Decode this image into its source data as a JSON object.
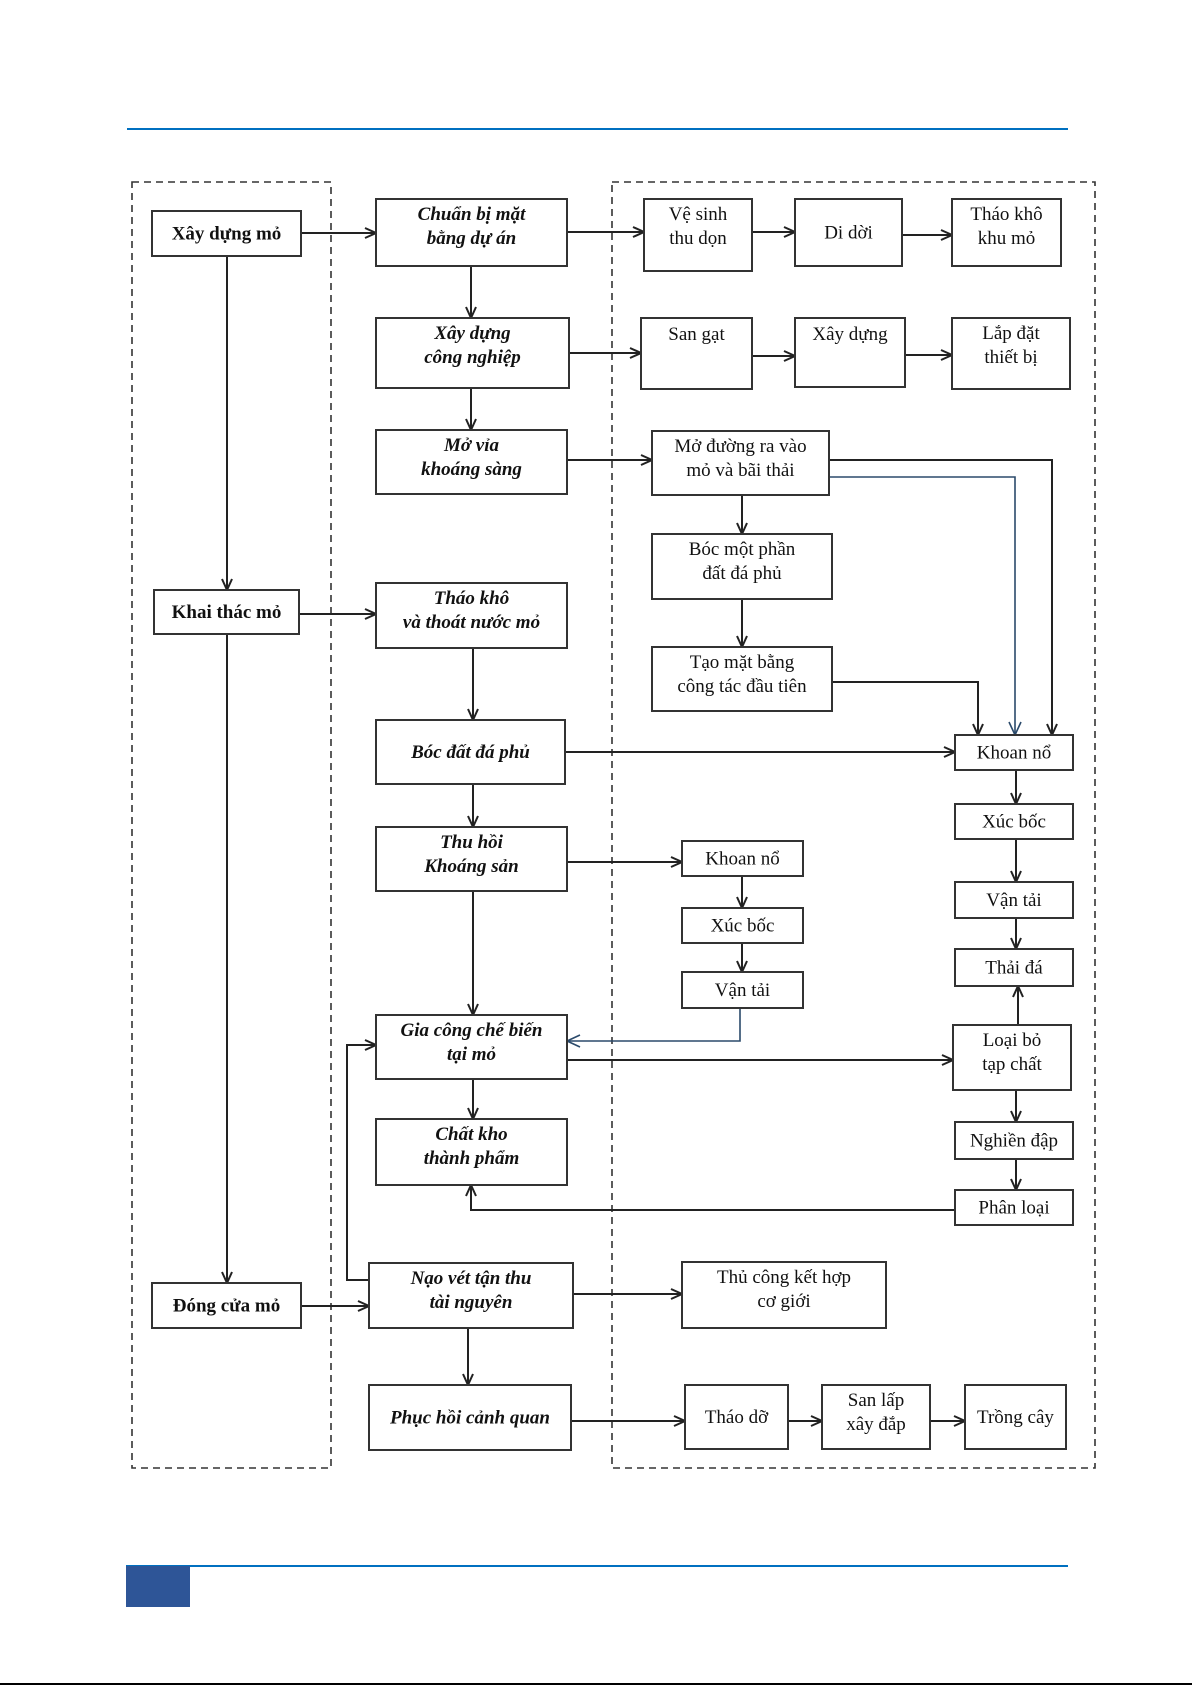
{
  "colors": {
    "accent_rule": "#0070c0",
    "page_block": "#2e5597",
    "box_stroke": "#333333",
    "arrow": "#222222",
    "arrow_blue": "#2b4a6b"
  },
  "diagram": {
    "stages": [
      {
        "id": "xay-dung-mo",
        "lines": [
          "Xây dựng mỏ"
        ]
      },
      {
        "id": "khai-thac-mo",
        "lines": [
          "Khai thác mỏ"
        ]
      },
      {
        "id": "dong-cua-mo",
        "lines": [
          "Đóng cửa mỏ"
        ]
      }
    ],
    "steps": [
      {
        "id": "chuan-bi-mat-bang",
        "lines": [
          "Chuẩn bị mặt",
          "bằng dự  án"
        ]
      },
      {
        "id": "xay-dung-cong-nghiep",
        "lines": [
          "Xây dựng",
          "công nghiệp"
        ]
      },
      {
        "id": "mo-via",
        "lines": [
          "Mở vỉa",
          "khoáng sàng"
        ]
      },
      {
        "id": "thao-kho-thoat-nuoc",
        "lines": [
          "Tháo khô",
          "và thoát nước mỏ"
        ]
      },
      {
        "id": "boc-dat-da-phu",
        "lines": [
          "Bóc đất đá phủ"
        ]
      },
      {
        "id": "thu-hoi-khoang-san",
        "lines": [
          "Thu hồi",
          "Khoáng sản"
        ]
      },
      {
        "id": "gia-cong-che-bien",
        "lines": [
          "Gia công chế biến",
          "tại mỏ"
        ]
      },
      {
        "id": "chat-kho-thanh-pham",
        "lines": [
          "Chất kho",
          "thành phẩm"
        ]
      },
      {
        "id": "nao-vet-tan-thu",
        "lines": [
          "Nạo vét tận thu",
          "tài nguyên"
        ]
      },
      {
        "id": "phuc-hoi-canh-quan",
        "lines": [
          "Phục hồi cảnh quan"
        ]
      }
    ],
    "activities": [
      {
        "id": "ve-sinh-thu-don",
        "lines": [
          "Vệ sinh",
          "thu dọn"
        ]
      },
      {
        "id": "di-doi",
        "lines": [
          "Di dời"
        ]
      },
      {
        "id": "thao-kho-khu-mo",
        "lines": [
          "Tháo khô",
          "khu mỏ"
        ]
      },
      {
        "id": "san-gat",
        "lines": [
          "San gạt"
        ]
      },
      {
        "id": "xay-dung",
        "lines": [
          "Xây dựng"
        ]
      },
      {
        "id": "lap-dat-thiet-bi",
        "lines": [
          "Lắp đặt",
          "thiết bị"
        ]
      },
      {
        "id": "mo-duong-ra-vao",
        "lines": [
          "Mở đường ra  vào",
          "mỏ và bãi thải"
        ]
      },
      {
        "id": "boc-mot-phan",
        "lines": [
          "Bóc một phần",
          "đất đá phủ"
        ]
      },
      {
        "id": "tao-mat-bang",
        "lines": [
          "Tạo mặt bằng",
          "công tác đầu tiên"
        ]
      },
      {
        "id": "khoan-no-r",
        "lines": [
          "Khoan nổ"
        ]
      },
      {
        "id": "xuc-boc-r",
        "lines": [
          "Xúc bốc"
        ]
      },
      {
        "id": "van-tai-r",
        "lines": [
          "Vận tải"
        ]
      },
      {
        "id": "thai-da",
        "lines": [
          "Thải đá"
        ]
      },
      {
        "id": "loai-bo-tap-chat",
        "lines": [
          "Loại bỏ",
          "tạp chất"
        ]
      },
      {
        "id": "nghien-dap",
        "lines": [
          "Nghiền đập"
        ]
      },
      {
        "id": "phan-loai",
        "lines": [
          "Phân loại"
        ]
      },
      {
        "id": "khoan-no-m",
        "lines": [
          "Khoan nổ"
        ]
      },
      {
        "id": "xuc-boc-m",
        "lines": [
          "Xúc bốc"
        ]
      },
      {
        "id": "van-tai-m",
        "lines": [
          "Vận tải"
        ]
      },
      {
        "id": "thu-cong-co-gioi",
        "lines": [
          "Thủ công kết hợp",
          "cơ giới"
        ]
      },
      {
        "id": "thao-do",
        "lines": [
          "Tháo dỡ"
        ]
      },
      {
        "id": "san-lap-xay-dap",
        "lines": [
          "San lấp",
          "xây đắp"
        ]
      },
      {
        "id": "trong-cay",
        "lines": [
          "Trồng cây"
        ]
      }
    ],
    "edges": [
      [
        "xay-dung-mo",
        "chuan-bi-mat-bang"
      ],
      [
        "xay-dung-mo",
        "khai-thac-mo"
      ],
      [
        "khai-thac-mo",
        "thao-kho-thoat-nuoc"
      ],
      [
        "khai-thac-mo",
        "dong-cua-mo"
      ],
      [
        "dong-cua-mo",
        "nao-vet-tan-thu"
      ],
      [
        "chuan-bi-mat-bang",
        "xay-dung-cong-nghiep"
      ],
      [
        "xay-dung-cong-nghiep",
        "mo-via"
      ],
      [
        "chuan-bi-mat-bang",
        "ve-sinh-thu-don"
      ],
      [
        "ve-sinh-thu-don",
        "di-doi"
      ],
      [
        "di-doi",
        "thao-kho-khu-mo"
      ],
      [
        "xay-dung-cong-nghiep",
        "san-gat"
      ],
      [
        "san-gat",
        "xay-dung"
      ],
      [
        "xay-dung",
        "lap-dat-thiet-bi"
      ],
      [
        "mo-via",
        "mo-duong-ra-vao"
      ],
      [
        "mo-duong-ra-vao",
        "boc-mot-phan"
      ],
      [
        "boc-mot-phan",
        "tao-mat-bang"
      ],
      [
        "mo-duong-ra-vao",
        "khoan-no-r"
      ],
      [
        "tao-mat-bang",
        "khoan-no-r"
      ],
      [
        "thao-kho-thoat-nuoc",
        "boc-dat-da-phu"
      ],
      [
        "boc-dat-da-phu",
        "khoan-no-r"
      ],
      [
        "boc-dat-da-phu",
        "thu-hoi-khoang-san"
      ],
      [
        "khoan-no-r",
        "xuc-boc-r"
      ],
      [
        "xuc-boc-r",
        "van-tai-r"
      ],
      [
        "van-tai-r",
        "thai-da"
      ],
      [
        "loai-bo-tap-chat",
        "thai-da"
      ],
      [
        "loai-bo-tap-chat",
        "nghien-dap"
      ],
      [
        "nghien-dap",
        "phan-loai"
      ],
      [
        "phan-loai",
        "chat-kho-thanh-pham"
      ],
      [
        "thu-hoi-khoang-san",
        "khoan-no-m"
      ],
      [
        "khoan-no-m",
        "xuc-boc-m"
      ],
      [
        "xuc-boc-m",
        "van-tai-m"
      ],
      [
        "van-tai-m",
        "gia-cong-che-bien"
      ],
      [
        "thu-hoi-khoang-san",
        "gia-cong-che-bien"
      ],
      [
        "gia-cong-che-bien",
        "loai-bo-tap-chat"
      ],
      [
        "gia-cong-che-bien",
        "chat-kho-thanh-pham"
      ],
      [
        "nao-vet-tan-thu",
        "gia-cong-che-bien"
      ],
      [
        "nao-vet-tan-thu",
        "thu-cong-co-gioi"
      ],
      [
        "nao-vet-tan-thu",
        "phuc-hoi-canh-quan"
      ],
      [
        "phuc-hoi-canh-quan",
        "thao-do"
      ],
      [
        "thao-do",
        "san-lap-xay-dap"
      ],
      [
        "san-lap-xay-dap",
        "trong-cay"
      ]
    ]
  }
}
